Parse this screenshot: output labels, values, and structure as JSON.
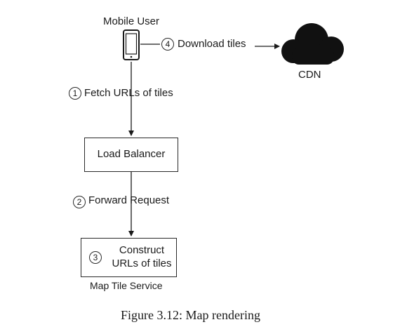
{
  "diagram": {
    "nodes": {
      "mobile_user": {
        "label": "Mobile User",
        "icon": "smartphone-icon"
      },
      "cdn": {
        "label": "CDN",
        "icon": "cloud-icon"
      },
      "load_balancer": {
        "label": "Load Balancer"
      },
      "map_tile_service": {
        "label": "Map Tile Service",
        "step": "3",
        "inner_line1": "Construct",
        "inner_line2": "URLs of tiles"
      }
    },
    "edges": {
      "fetch_urls": {
        "step": "1",
        "label": "Fetch URLs of tiles"
      },
      "forward_request": {
        "step": "2",
        "label": "Forward Request"
      },
      "download_tiles": {
        "step": "4",
        "label": "Download tiles"
      }
    },
    "caption": "Figure 3.12: Map rendering"
  },
  "colors": {
    "ink": "#1a1a1a",
    "cloud_fill": "#111111",
    "background": "#ffffff"
  }
}
